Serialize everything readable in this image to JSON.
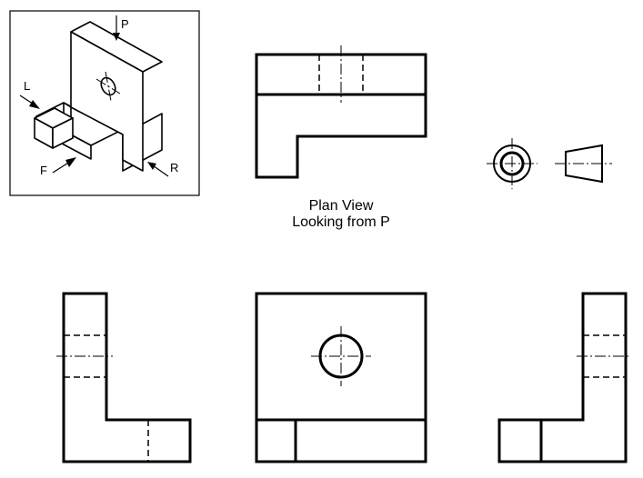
{
  "views": {
    "plan": {
      "title_line1": "Plan View",
      "title_line2": "Looking from P"
    }
  },
  "pictorial": {
    "labels": {
      "p": "P",
      "l": "L",
      "f": "F",
      "r": "R"
    }
  }
}
